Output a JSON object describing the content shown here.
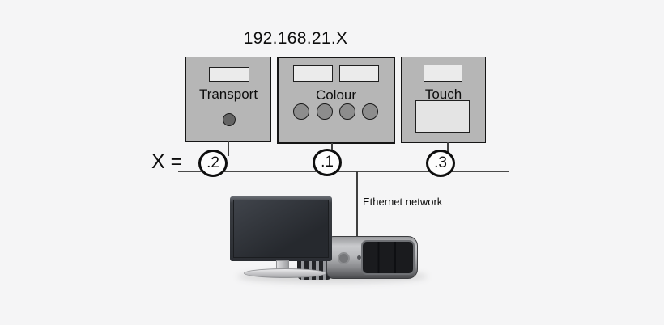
{
  "title": "192.168.21.X",
  "x_assignment": {
    "label": "X ="
  },
  "network": {
    "label": "Ethernet network"
  },
  "devices": [
    {
      "name": "Transport",
      "address": ".2"
    },
    {
      "name": "Colour",
      "address": ".1"
    },
    {
      "name": "Touch",
      "address": ".3"
    }
  ],
  "colors": {
    "background": "#f5f5f6",
    "device_fill": "#b6b6b6",
    "device_border": "#151515",
    "display_fill": "#ebebeb",
    "touch_panel_fill": "#e4e4e4",
    "knob_dark": "#646464",
    "knob_mid": "#8d8d8d",
    "wire": "#3f3f3f",
    "address_circle_fill": "#fdfdfd",
    "address_circle_border": "#0e0e0e"
  }
}
